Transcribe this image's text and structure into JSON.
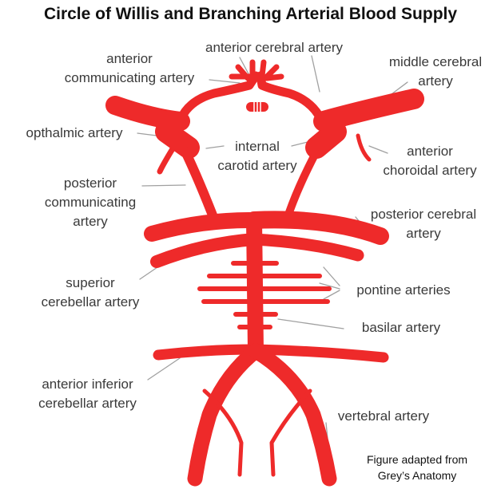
{
  "title": "Circle of Willis and Branching Arterial Blood Supply",
  "colors": {
    "artery": "#ee2a2a",
    "leader": "#a0a0a0",
    "text": "#3a3a3a"
  },
  "labels": {
    "anterior_communicating": [
      "anterior",
      "communicating artery"
    ],
    "anterior_cerebral": [
      "anterior cerebral artery"
    ],
    "middle_cerebral": [
      "middle cerebral",
      "artery"
    ],
    "opthalmic": [
      "opthalmic artery"
    ],
    "internal_carotid": [
      "internal",
      "carotid artery"
    ],
    "anterior_choroidal": [
      "anterior",
      "choroidal artery"
    ],
    "posterior_communicating": [
      "posterior",
      "communicating",
      "artery"
    ],
    "posterior_cerebral": [
      "posterior cerebral",
      "artery"
    ],
    "superior_cerebellar": [
      "superior",
      "cerebellar artery"
    ],
    "pontine": [
      "pontine arteries"
    ],
    "basilar": [
      "basilar artery"
    ],
    "anterior_inferior_cerebellar": [
      "anterior inferior",
      "cerebellar artery"
    ],
    "vertebral": [
      "vertebral artery"
    ]
  },
  "credit": [
    "Figure adapted from",
    "Grey’s Anatomy"
  ]
}
